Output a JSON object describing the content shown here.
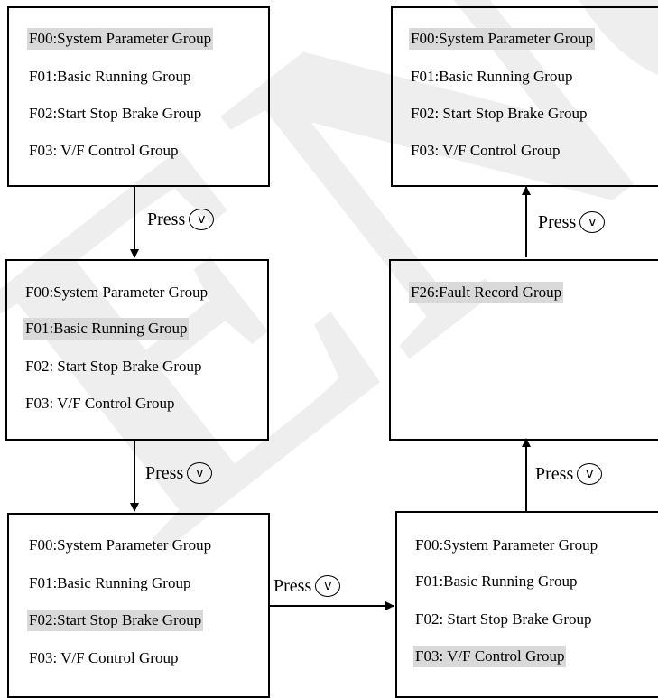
{
  "colors": {
    "highlight": "#d9d9d9",
    "watermark": "#eeeeee",
    "line": "#000000"
  },
  "icons": {
    "down_key": "circled-v-down-key-icon"
  },
  "watermark": {
    "text": "ENC"
  },
  "menu_items": {
    "f00": "F00:System Parameter Group",
    "f01": "F01:Basic Running Group",
    "f02": "F02:Start Stop Brake Group",
    "f02_spaced": "F02: Start Stop Brake Group",
    "f03": "F03: V/F Control Group",
    "f26": "F26:Fault Record Group"
  },
  "press_label": "Press",
  "key_glyph": "v"
}
